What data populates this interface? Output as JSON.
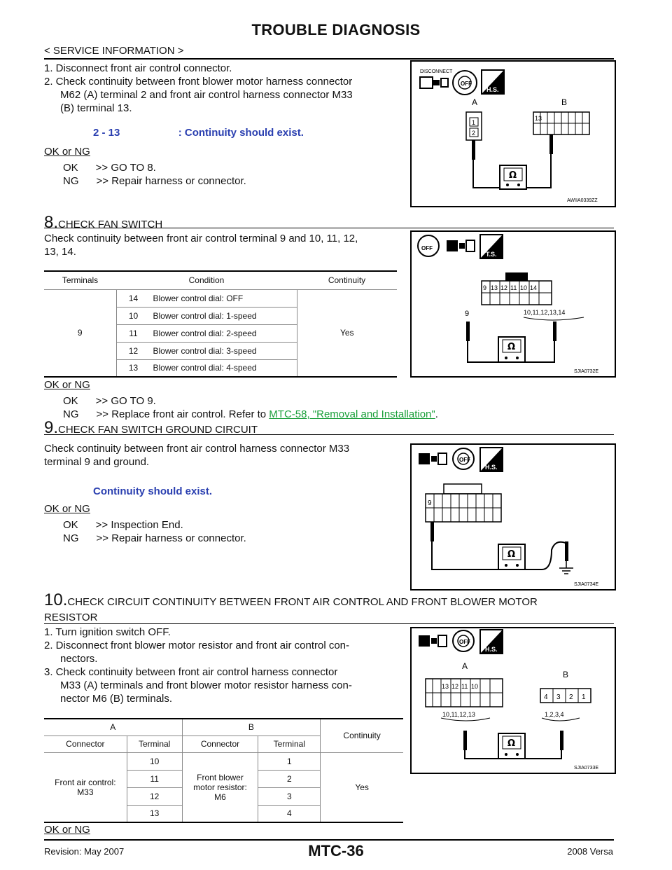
{
  "header": {
    "title": "TROUBLE DIAGNOSIS",
    "subtitle": "< SERVICE INFORMATION >"
  },
  "step7": {
    "lines": [
      "1. Disconnect front air control connector.",
      "2. Check continuity between front blower motor harness connector",
      "M62 (A) terminal 2 and front air control harness connector M33",
      "(B) terminal 13."
    ],
    "spec": "2 - 13                    : Continuity should exist.",
    "okng": "OK or NG",
    "ok": "OK      >> GO TO 8.",
    "ng": "NG      >> Repair harness or connector.",
    "fig": {
      "disconnect": "DISCONNECT",
      "a": "A",
      "b": "B",
      "t1": "1",
      "t2": "2",
      "t13": "13",
      "hs": "H.S.",
      "off": "OFF",
      "ohm": "Ω",
      "code": "AWIIA0339ZZ"
    }
  },
  "step8": {
    "num": "8.",
    "head": "CHECK FAN SWITCH",
    "lines": [
      "Check continuity between front air control terminal 9 and 10, 11, 12,",
      "13, 14."
    ],
    "table": {
      "headers": [
        "Terminals",
        "Condition",
        "Continuity"
      ],
      "terminal": "9",
      "rows": [
        {
          "t": "14",
          "cond": "Blower control dial: OFF"
        },
        {
          "t": "10",
          "cond": "Blower control dial: 1-speed"
        },
        {
          "t": "11",
          "cond": "Blower control dial: 2-speed"
        },
        {
          "t": "12",
          "cond": "Blower control dial: 3-speed"
        },
        {
          "t": "13",
          "cond": "Blower control dial: 4-speed"
        }
      ],
      "continuity": "Yes"
    },
    "okng": "OK or NG",
    "ok": "OK      >> GO TO 9.",
    "ng_prefix": "NG      >> Replace front air control. Refer to ",
    "ng_link": "MTC-58, \"Removal and Installation\"",
    "ng_suffix": ".",
    "fig": {
      "ts": "T.S.",
      "off": "OFF",
      "pins": [
        "9",
        "13",
        "12",
        "11",
        "10",
        "14"
      ],
      "t9": "9",
      "group": "10,11,12,13,14",
      "ohm": "Ω",
      "code": "SJIA0732E"
    }
  },
  "step9": {
    "num": "9.",
    "head": "CHECK FAN SWITCH GROUND CIRCUIT",
    "lines": [
      "Check continuity between front air control harness connector M33",
      "terminal 9 and ground."
    ],
    "spec": "Continuity should exist.",
    "okng": "OK or NG",
    "ok": "OK      >> Inspection End.",
    "ng": "NG      >> Repair harness or connector.",
    "fig": {
      "hs": "H.S.",
      "off": "OFF",
      "t9": "9",
      "ohm": "Ω",
      "code": "SJIA0734E"
    }
  },
  "step10": {
    "num": "10.",
    "head1": "CHECK CIRCUIT CONTINUITY BETWEEN FRONT AIR CONTROL AND FRONT BLOWER MOTOR",
    "head2": "RESISTOR",
    "lines": [
      "1. Turn ignition switch OFF.",
      "2. Disconnect front blower motor resistor and front air control con-",
      "nectors.",
      "3. Check continuity between front air control harness connector",
      "M33 (A) terminals and front blower motor resistor harness con-",
      "nector M6 (B) terminals."
    ],
    "table": {
      "a": "A",
      "b": "B",
      "continuity": "Continuity",
      "sub": [
        "Connector",
        "Terminal",
        "Connector",
        "Terminal"
      ],
      "conA": "Front air control:\nM33",
      "conB": "Front blower\nmotor resistor:\nM6",
      "rows": [
        [
          "10",
          "1"
        ],
        [
          "11",
          "2"
        ],
        [
          "12",
          "3"
        ],
        [
          "13",
          "4"
        ]
      ],
      "yes": "Yes"
    },
    "okng": "OK or NG",
    "fig": {
      "hs": "H.S.",
      "off": "OFF",
      "a": "A",
      "b": "B",
      "pinsA": [
        "13",
        "12",
        "11",
        "10"
      ],
      "pinsB": [
        "4",
        "3",
        "2",
        "1"
      ],
      "groupA": "10,11,12,13",
      "groupB": "1,2,3,4",
      "ohm": "Ω",
      "code": "SJIA0733E"
    }
  },
  "footer": {
    "revision": "Revision: May 2007",
    "page": "MTC-36",
    "model": "2008 Versa"
  }
}
